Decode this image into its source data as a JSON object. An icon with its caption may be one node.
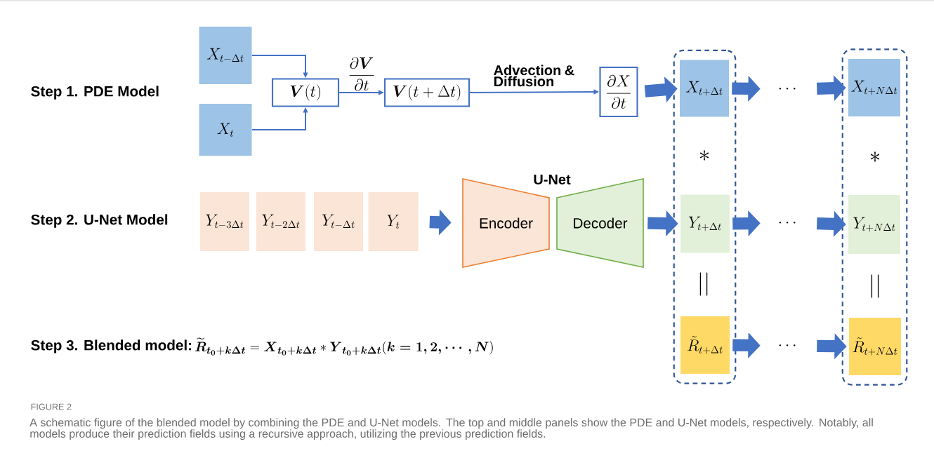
{
  "diagram": {
    "caption": "A schematic figure of the blended model by combining the PDE and U-Net models. The top and middle panels show the PDE and U-Net models, respectively. Notably, all models produce their prediction fields using a recursive approach, utilizing the previous prediction fields.",
    "nodes": [
      {
        "text": [
          "X_{t-\\Delta t}"
        ]
      },
      {
        "text": [
          "X_{t}"
        ]
      },
      {
        "text": [
          "\\boldsymbol{V}(t)"
        ]
      },
      {
        "text": [
          "\\boldsymbol{V}(t+\\Delta t)"
        ]
      },
      {
        "text": [
          "\\dfrac{\\partial X}{\\partial t}"
        ]
      },
      {
        "text": [],
        "shape": "box"
      },
      {
        "text": [
          "X_{t+\\Delta t}"
        ],
        "in": 5
      },
      {
        "text": [
          "\\cdots"
        ]
      },
      {
        "text": [],
        "shape": "box"
      },
      {
        "text": [
          "X_{t+N\\Delta t}"
        ],
        "in": 8
      },
      {
        "text": [
          "Y_{t-3\\Delta t}"
        ]
      },
      {
        "text": [
          "Y_{t-2\\Delta t}"
        ]
      },
      {
        "text": [
          "Y_{t-\\Delta t}"
        ]
      },
      {
        "text": [
          "Y_{t}"
        ]
      },
      {
        "text": [
          "Encoder"
        ]
      },
      {
        "text": [
          "Decoder"
        ]
      },
      {
        "text": [
          "Y_{t+\\Delta t}"
        ],
        "in": 5
      },
      {
        "text": [
          "\\cdots"
        ]
      },
      {
        "text": [
          "Y_{t+N\\Delta t}"
        ],
        "in": 8
      },
      {
        "text": [
          "\\tilde{R}_{t+\\Delta t}"
        ],
        "in": 5
      },
      {
        "text": [
          "\\cdots"
        ]
      },
      {
        "text": [
          "\\tilde{R}_{t+N\\Delta t}"
        ],
        "in": 8
      }
    ],
    "edges": [
      {
        "from": 0,
        "to": 2,
        "arrow": "to"
      },
      {
        "from": 1,
        "to": 2,
        "arrow": "to"
      },
      {
        "from": 2,
        "to": 3,
        "arrow": "to",
        "label": "\\dfrac{\\partial \\boldsymbol{V}}{\\partial t}"
      },
      {
        "from": 3,
        "to": 4,
        "arrow": "to",
        "label": "Advection & Diffusion"
      },
      {
        "from": 4,
        "to": 6,
        "arrow": "to"
      },
      {
        "from": 6,
        "to": 7,
        "arrow": "to"
      },
      {
        "from": 7,
        "to": 9,
        "arrow": "to"
      },
      {
        "from": 13,
        "to": 14,
        "arrow": "to"
      },
      {
        "from": 15,
        "to": 16,
        "arrow": "to"
      },
      {
        "from": 16,
        "to": 17,
        "arrow": "to"
      },
      {
        "from": 17,
        "to": 18,
        "arrow": "to"
      },
      {
        "from": 19,
        "to": 20,
        "arrow": "to"
      },
      {
        "from": 20,
        "to": 21,
        "arrow": "to"
      }
    ],
    "labels": [
      "Step 1. PDE Model",
      "\\ast",
      "\\ast",
      "U-Net",
      "Step 2. U-Net Model",
      "||",
      "||",
      "Step 3. Blended model:",
      "\\widetilde{\\boldsymbol{R}}_{\\boldsymbol{t_0+k\\Delta t}}=\\boldsymbol{X}_{\\boldsymbol{t_0+k\\Delta t}}\\ast\\boldsymbol{Y}_{\\boldsymbol{t_0+k\\Delta t}}(\\boldsymbol{k=1,2,\\cdots,N})",
      "FIGURE 2"
    ]
  }
}
